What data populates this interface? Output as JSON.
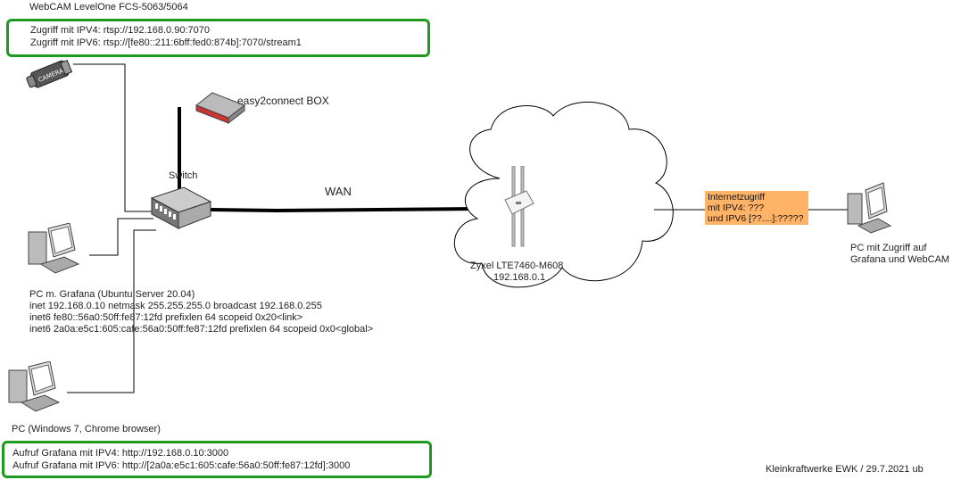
{
  "webcam": {
    "title": "WebCAM LevelOne FCS-5063/5064",
    "ipv4": "Zugriff mit IPV4: rtsp://192.168.0.90:7070",
    "ipv6": "Zugriff mit IPV6: rtsp://[fe80::211:6bff:fed0:874b]:7070/stream1",
    "camera_label": "CAMERA"
  },
  "box": {
    "label": "easy2connect BOX"
  },
  "switch": {
    "label": "Switch"
  },
  "wan": {
    "label": "WAN"
  },
  "router": {
    "name": "Zyxel LTE7460-M608",
    "ip": "192.168.0.1"
  },
  "internet": {
    "line1": "Internetzugriff",
    "line2": "mit IPV4: ???",
    "line3": "und IPV6 [??....]:?????",
    "color": "#ffb366"
  },
  "remote_pc": {
    "line1": "PC mit Zugriff auf",
    "line2": "Grafana und WebCAM"
  },
  "grafana_pc": {
    "line1": "PC m. Grafana  (Ubuntu Server 20.04)",
    "line2": "inet 192.168.0.10  netmask 255.255.255.0  broadcast 192.168.0.255",
    "line3": "inet6 fe80::56a0:50ff:fe87:12fd  prefixlen 64  scopeid 0x20<link>",
    "line4": "inet6 2a0a:e5c1:605:cafe:56a0:50ff:fe87:12fd  prefixlen 64  scopeid 0x0<global>"
  },
  "client_pc": {
    "label": "PC (Windows 7, Chrome browser)",
    "ipv4": "Aufruf Grafana mit IPV4: http://192.168.0.10:3000",
    "ipv6": "Aufruf Grafana mit IPV6: http://[2a0a:e5c1:605:cafe:56a0:50ff:fe87:12fd]:3000"
  },
  "footer": {
    "credit": "Kleinkraftwerke EWK / 29.7.2021 ub"
  },
  "colors": {
    "green_box": "#1e9a1e",
    "orange_note": "#ffb366"
  }
}
